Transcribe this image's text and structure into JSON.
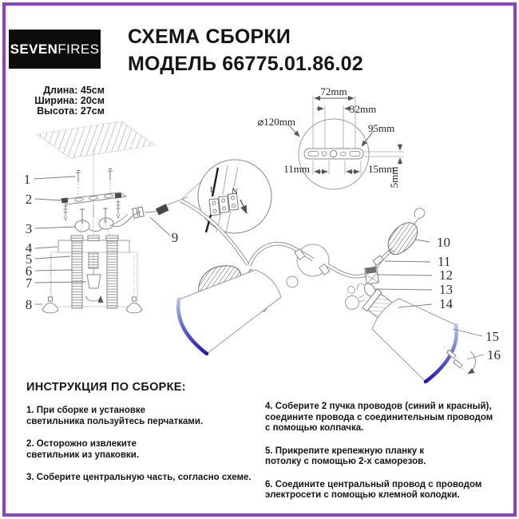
{
  "page": {
    "border_color": "#8c3ed9",
    "background": "#ffffff"
  },
  "brand": {
    "logo_primary": "SEVEN",
    "logo_secondary": "FIRES"
  },
  "header": {
    "title": "СХЕМА СБОРКИ\nМОДЕЛЬ 66775.01.86.02"
  },
  "specs": {
    "length": "Длина: 45см",
    "width": "Ширина: 20см",
    "height": "Высота: 27см"
  },
  "diagram": {
    "part_labels": [
      "1",
      "2",
      "3",
      "4",
      "5",
      "6",
      "7",
      "8",
      "9",
      "10",
      "11",
      "12",
      "13",
      "14",
      "15",
      "16"
    ],
    "dims": {
      "w72": "72mm",
      "w32": "32mm",
      "w95": "95mm",
      "dia": "⌀120mm",
      "s11": "11mm",
      "s15": "15mm",
      "t5": "5mm"
    },
    "terminal": {
      "live": "L",
      "neutral": "N"
    },
    "shade_rim_light": "#b7c0ee",
    "shade_rim_dark": "#1d14c4"
  },
  "instructions": {
    "heading": "ИНСТРУКЦИЯ ПО СБОРКЕ:",
    "left": [
      "1. При сборке и установке\nсветильника пользуйтесь перчатками.",
      "2. Осторожно извлеките\nсветильник из упаковки.",
      "3. Соберите центральную часть, согласно схеме."
    ],
    "right": [
      "4. Соберите 2 пучка проводов (синий и красный),\nсоедините провода с соединительным проводом\nс помощью колпачка.",
      "5. Прикрепите крепежную планку к\nпотолку с помощью 2-х саморезов.",
      "6. Соедините центральный провод с проводом\nэлектросети с помощью клемной колодки."
    ]
  }
}
